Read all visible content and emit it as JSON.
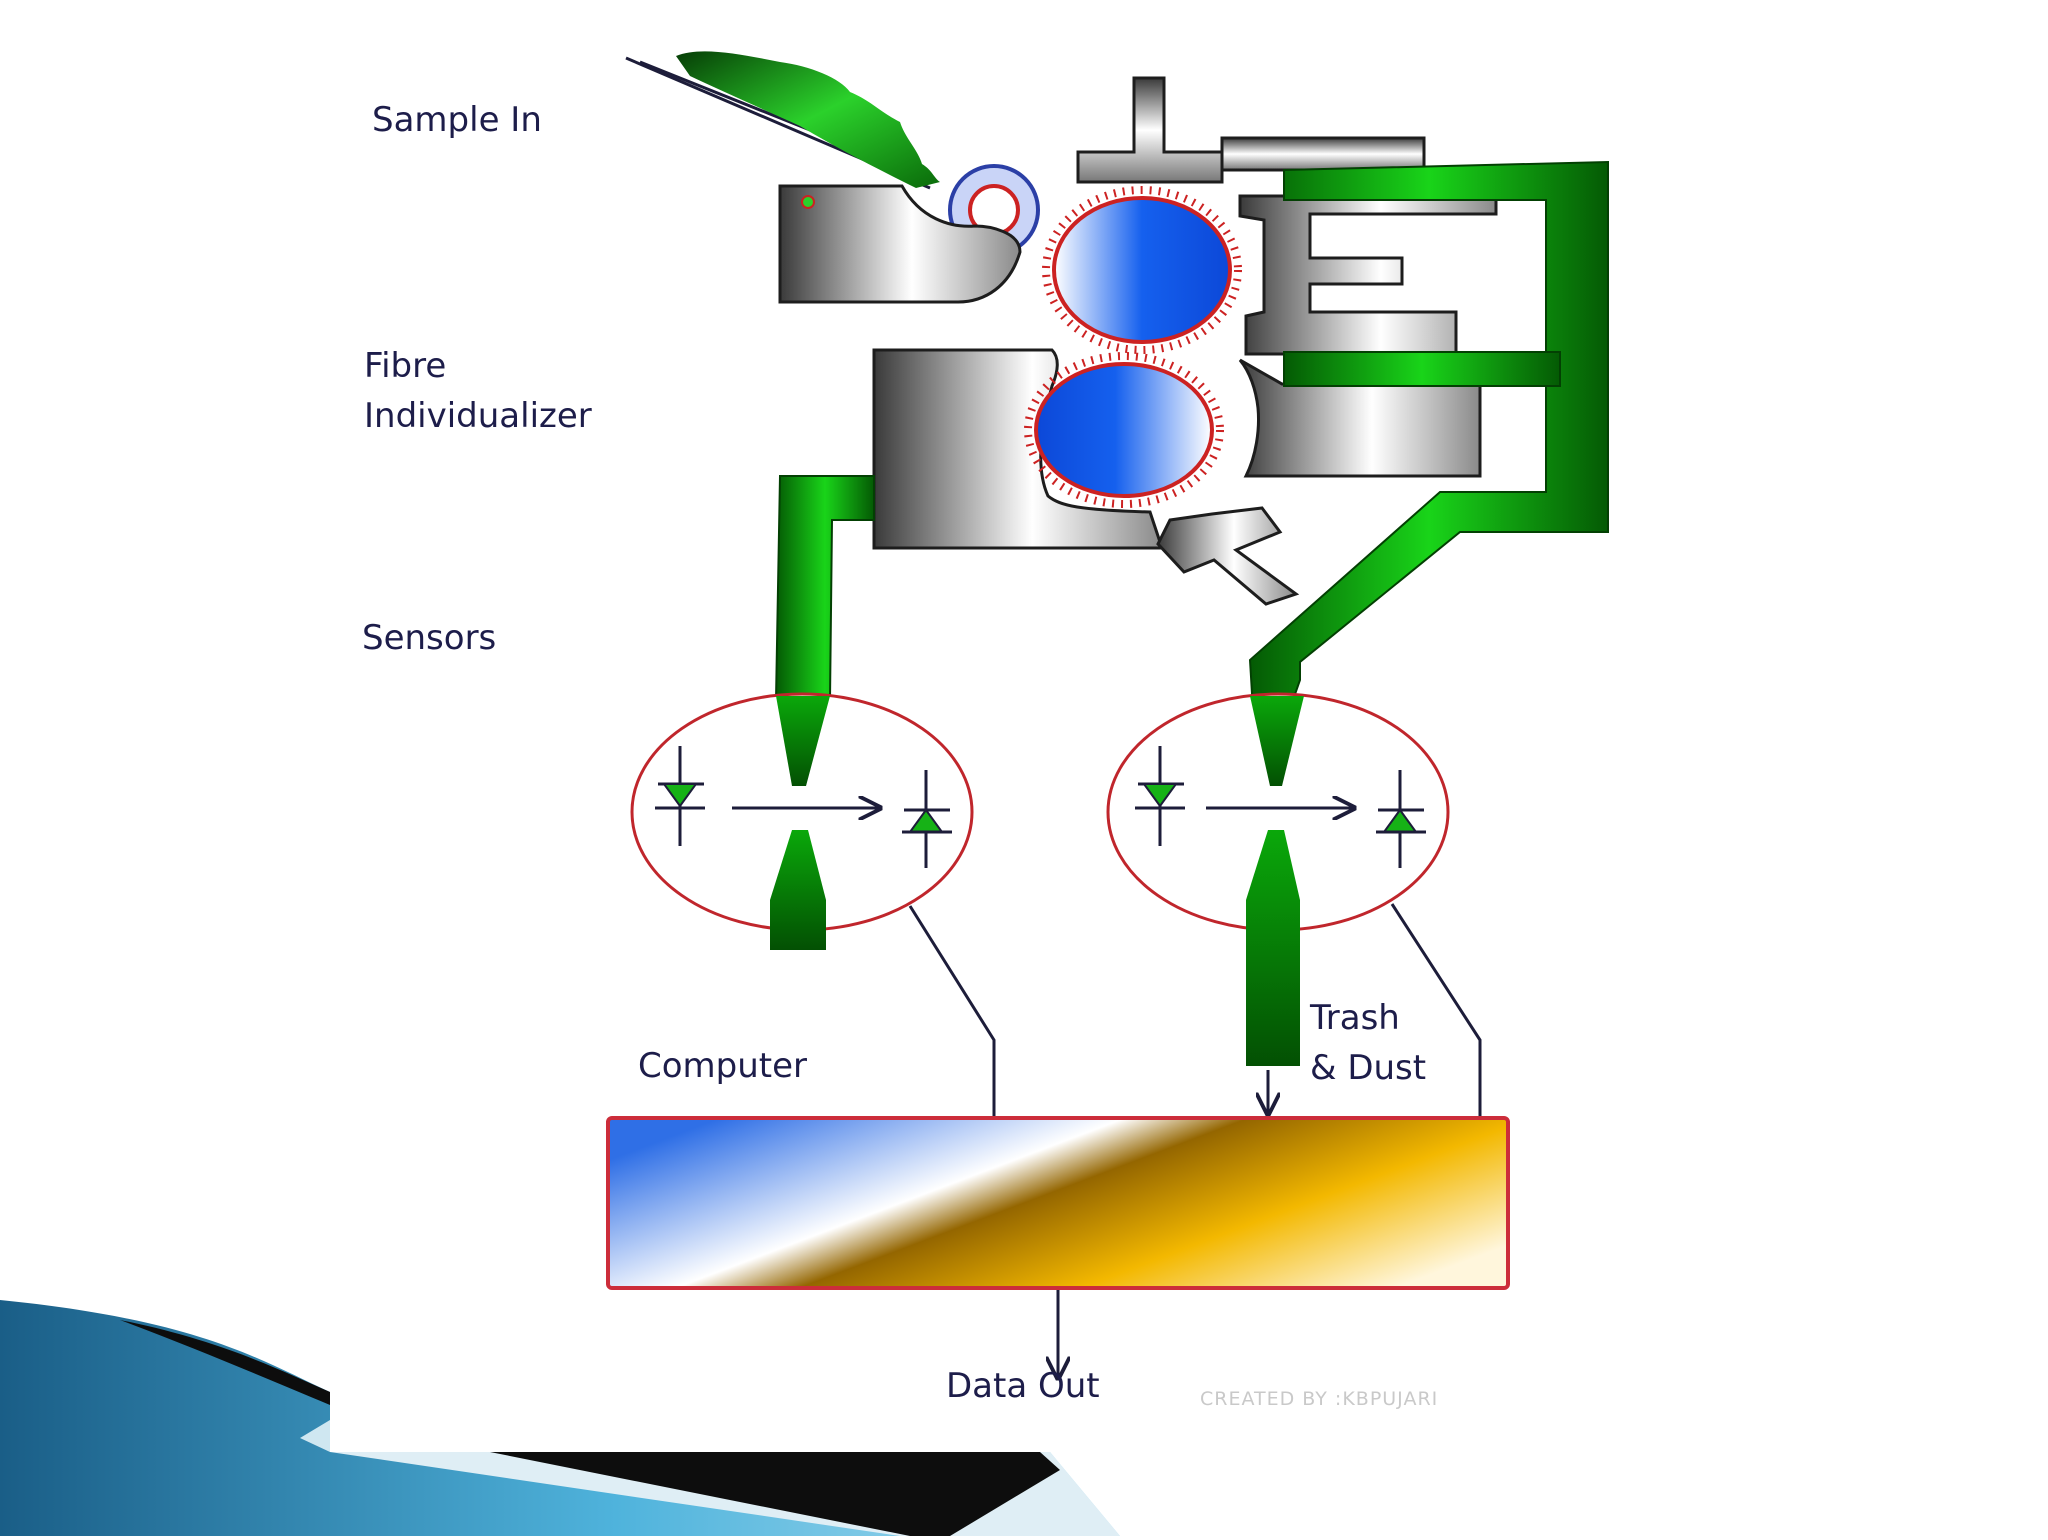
{
  "diagram": {
    "labels": {
      "sample_in": "Sample In",
      "fibre": "Fibre",
      "individualizer": "Individualizer",
      "sensors": "Sensors",
      "computer": "Computer",
      "trash": "Trash",
      "dust": "& Dust",
      "data_out": "Data Out",
      "credit": "CREATED BY :KBPUJARI"
    },
    "colors": {
      "sample": "#1e8f1e",
      "duct_green": "#11c411",
      "roller_blue": "#1560ee",
      "housing_gray": "#777777",
      "outline_red": "#cc2222",
      "computer_blue": "#3a7ee8",
      "computer_gold": "#e8b000",
      "slide_teal": "#2f8fbf"
    }
  }
}
